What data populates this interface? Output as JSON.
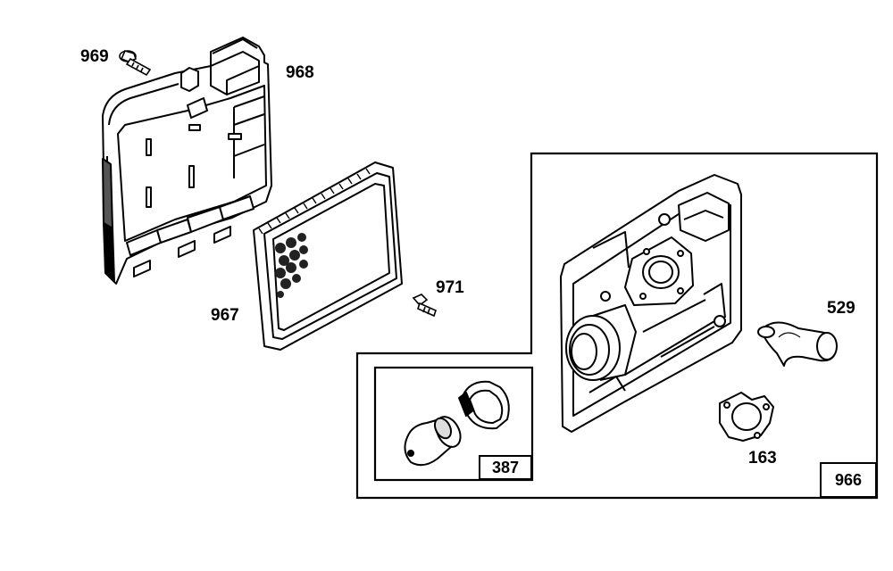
{
  "diagram": {
    "callouts": {
      "p969": "969",
      "p968": "968",
      "p967": "967",
      "p971": "971",
      "p529": "529",
      "p163": "163"
    },
    "kits": {
      "inner_kit": "387",
      "main_kit": "966"
    },
    "line_color": "#000000",
    "background": "#ffffff"
  }
}
